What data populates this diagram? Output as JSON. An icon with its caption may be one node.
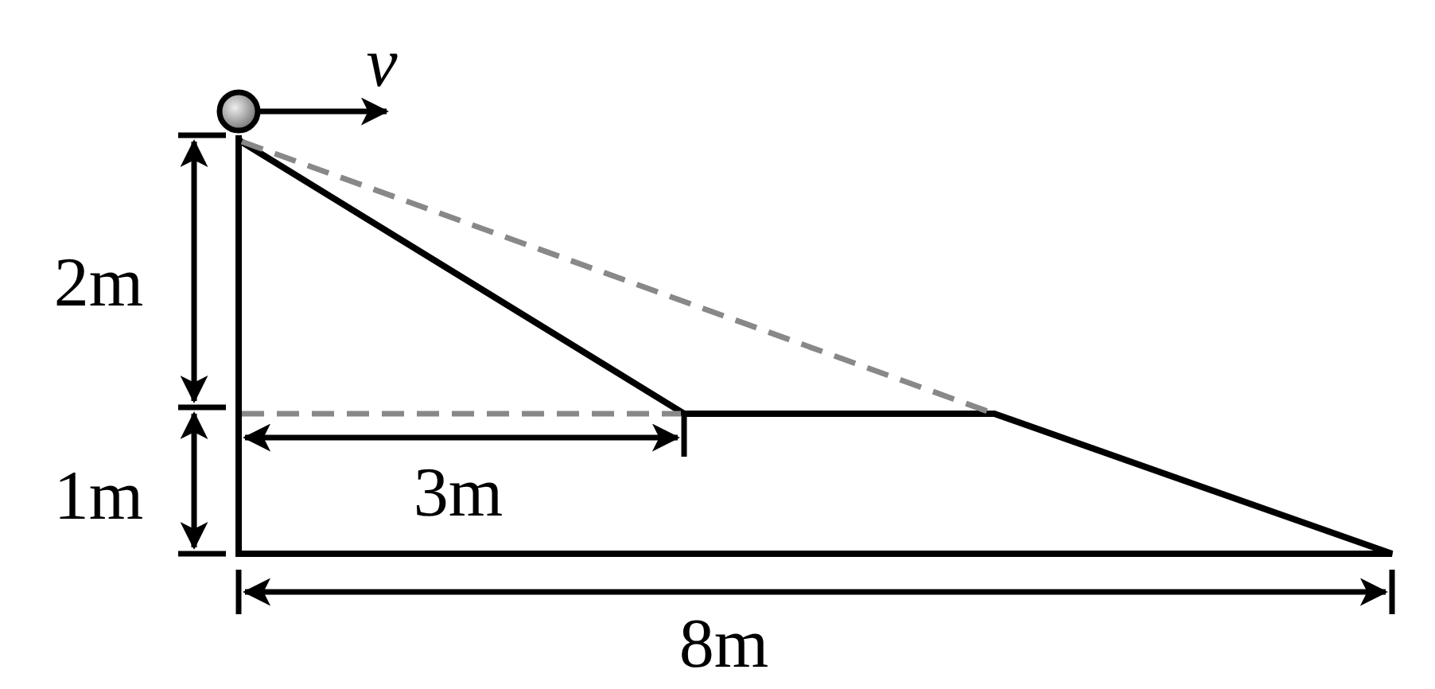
{
  "diagram": {
    "labels": [
      "v",
      "2m",
      "1m",
      "3m",
      "8m"
    ]
  }
}
